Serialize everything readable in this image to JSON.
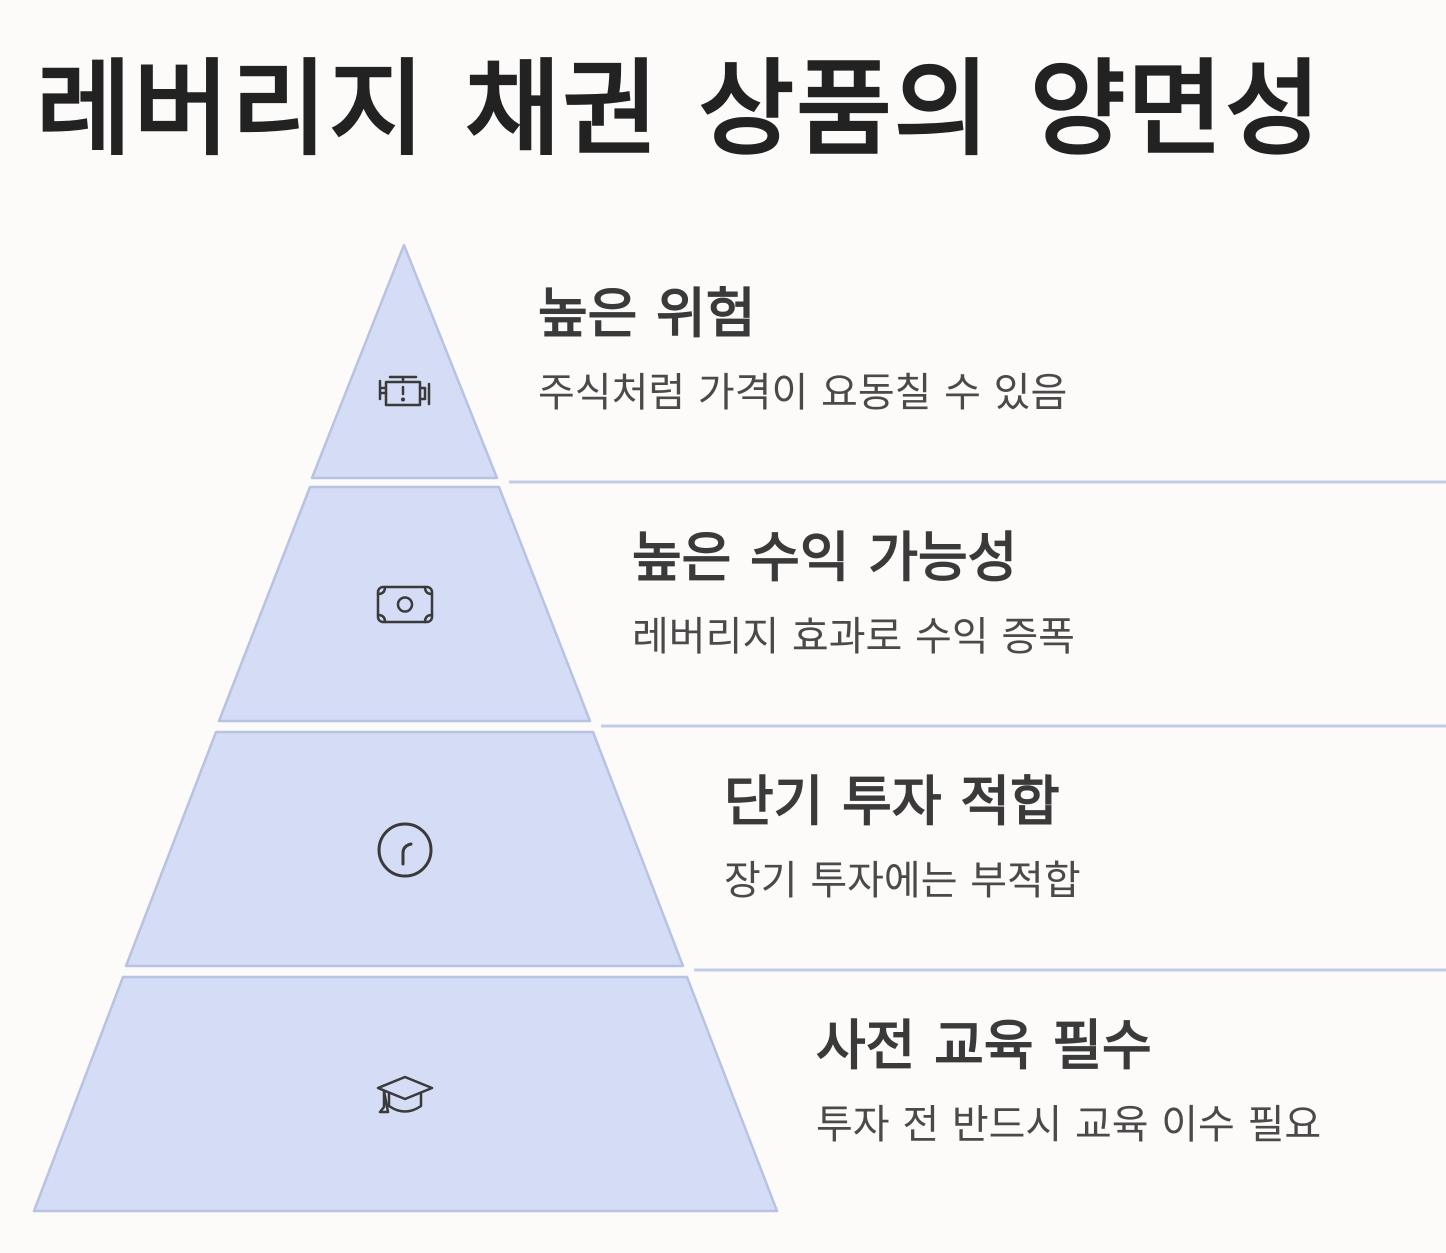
{
  "title": "레버리지 채권 상품의 양면성",
  "colors": {
    "tier_fill": "#d4ddf5",
    "tier_stroke": "#b8c3e3",
    "divider": "#c3cbe6",
    "icon": "#3a3a3a",
    "background": "#fdfbf9"
  },
  "tiers": [
    {
      "title": "높은 위험",
      "description": "주식처럼 가격이 요동칠 수 있음",
      "icon": "warning-engine-icon"
    },
    {
      "title": "높은 수익 가능성",
      "description": "레버리지 효과로 수익 증폭",
      "icon": "cash-bill-icon"
    },
    {
      "title": "단기 투자 적합",
      "description": "장기 투자에는 부적합",
      "icon": "clock-icon"
    },
    {
      "title": "사전 교육 필수",
      "description": "투자 전 반드시 교육 이수 필요",
      "icon": "graduation-cap-icon"
    }
  ]
}
